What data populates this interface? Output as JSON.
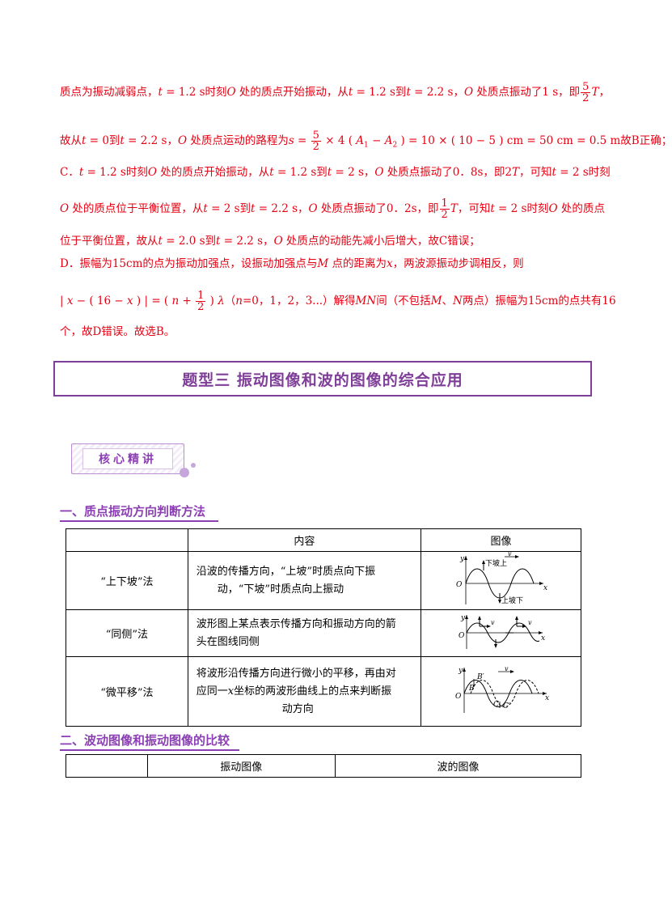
{
  "para": {
    "l1": {
      "a": "质点为振动减弱点，",
      "t1": "t",
      "b": " = 1.2 s时刻",
      "o": "O",
      "c": " 处的质点开始振动，从",
      "t2": "t",
      "d": " = 1.2 s到",
      "t3": "t",
      "e": " = 2.2 s，",
      "o2": "O",
      "f": " 处质点振动了1 s，即",
      "fn": "5",
      "fd": "2",
      "tt": "T",
      "g": "，"
    },
    "l2": {
      "a": "故从",
      "t1": "t",
      "b": " = 0到",
      "t2": "t",
      "c": " = 2.2 s，",
      "o": "O",
      "d": " 处质点运动的路程为",
      "s": "s",
      "e": " = ",
      "fn": "5",
      "fd": "2",
      "f": " × 4 ( ",
      "a1": "A",
      "s1": "1",
      "m": " − ",
      "a2": "A",
      "s2": "2",
      "g": " ) = 10 × ( 10 − 5 ) cm = 50 cm = 0.5 m故B正确；"
    },
    "l3": {
      "a": "C．",
      "t1": "t",
      "b": " = 1.2 s时刻",
      "o": "O",
      "c": " 处的质点开始振动，从",
      "t2": "t",
      "d": " = 1.2 s到",
      "t3": "t",
      "e": " = 2 s，",
      "o2": "O",
      "f": " 处质点振动了0．8s，即2",
      "tt": "T",
      "g": "，可知",
      "t4": "t",
      "h": " = 2 s时刻"
    },
    "l4": {
      "o": "O",
      "a": " 处的质点位于平衡位置，从",
      "t1": "t",
      "b": " = 2 s到",
      "t2": "t",
      "c": " = 2.2 s，",
      "o2": "O",
      "d": " 处质点振动了0．2s，即",
      "fn": "1",
      "fd": "2",
      "tt": "T",
      "e": "，可知",
      "t3": "t",
      "f": " = 2 s时刻",
      "o3": "O",
      "g": " 处的质点"
    },
    "l5": {
      "a": "位于平衡位置，故从",
      "t1": "t",
      "b": " = 2.0 s到",
      "t2": "t",
      "c": " = 2.2 s，",
      "o": "O",
      "d": " 处质点的动能先减小后增大，故C错误；"
    },
    "l6": {
      "a": "D．振幅为15cm的点为振动加强点，设振动加强点与",
      "m": "M",
      "b": " 点的距离为",
      "x": "x",
      "c": "，两波源振动步调相反，则"
    },
    "l7": {
      "a": "| ",
      "x1": "x",
      "b": " − ( 16 − ",
      "x2": "x",
      "c": " ) | = ( ",
      "n": "n",
      "d": " + ",
      "fn": "1",
      "fd": "2",
      "e": " ) ",
      "lam": "λ",
      "f": "（",
      "n2": "n",
      "g": "=0，1，2，3...）解得",
      "mn": "MN",
      "h": "间（不包括",
      "m2": "M",
      "i": "、",
      "n3": "N",
      "j": "两点）振幅为15cm的点共有16"
    },
    "l8": {
      "a": "个，故D错误。故选B。"
    }
  },
  "banner_title": "题型三  振动图像和波的图像的综合应用",
  "badge_label": "核心精讲",
  "section1_title": "一、质点振动方向判断方法",
  "table1": {
    "headers": [
      "",
      "内容",
      "图像"
    ],
    "rows": [
      {
        "method": "“上下坡”法",
        "content": [
          "沿波的传播方向，“上坡”时质点向下振",
          "动，“下坡”时质点向上振动"
        ]
      },
      {
        "method": "“同侧”法",
        "content": [
          "波形图上某点表示传播方向和振动方向的箭",
          "头在图线同侧"
        ]
      },
      {
        "method": "“微平移”法",
        "content_a": "将波形沿传播方向进行微小的平移，再由对",
        "content_b1": "应同一",
        "content_bx": "x",
        "content_b2": "坐标的两波形曲线上的点来判断振",
        "content_c": "动方向"
      }
    ],
    "fig1": {
      "y": "y",
      "o": "O",
      "x": "x",
      "v": "v",
      "up": "下坡上",
      "down": "上坡下"
    },
    "fig2": {
      "y": "y",
      "o": "O",
      "x": "x",
      "v1": "v",
      "v2": "v"
    },
    "fig3": {
      "y": "y",
      "o": "O",
      "x": "x",
      "v": "v",
      "b": "B",
      "bp": "B′",
      "c": "C",
      "cp": "C′"
    }
  },
  "section2_title": "二、波动图像和振动图像的比较",
  "table2": {
    "headers": [
      "",
      "振动图像",
      "波的图像"
    ]
  }
}
